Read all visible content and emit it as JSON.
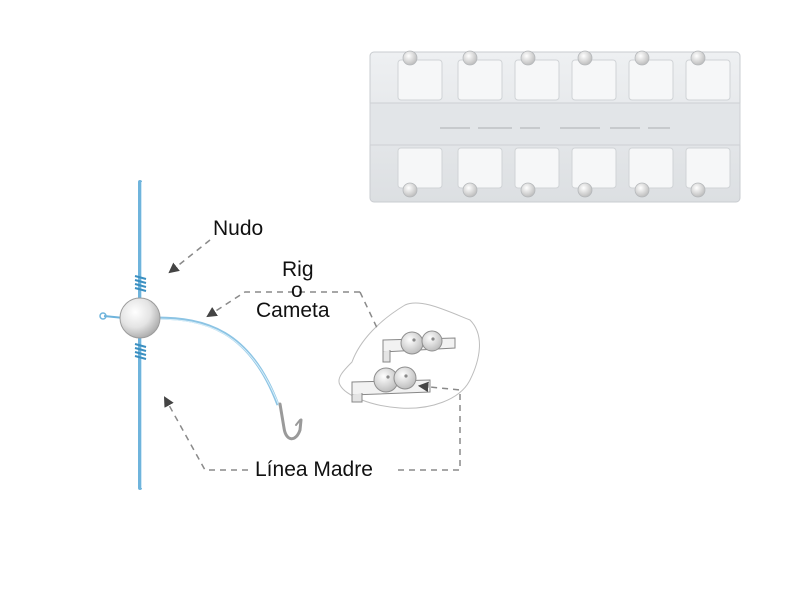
{
  "labels": {
    "knot": "Nudo",
    "rig_line1": "Rig",
    "rig_line2": "o",
    "rig_line3": "Cameta",
    "main_line": "Línea Madre"
  },
  "colors": {
    "main_line": "#6fb4dc",
    "arrow": "#555555",
    "dashed_leader": "#8a8a8a",
    "plastic_strip": "#e6e8ea",
    "bead": "#ececec"
  }
}
